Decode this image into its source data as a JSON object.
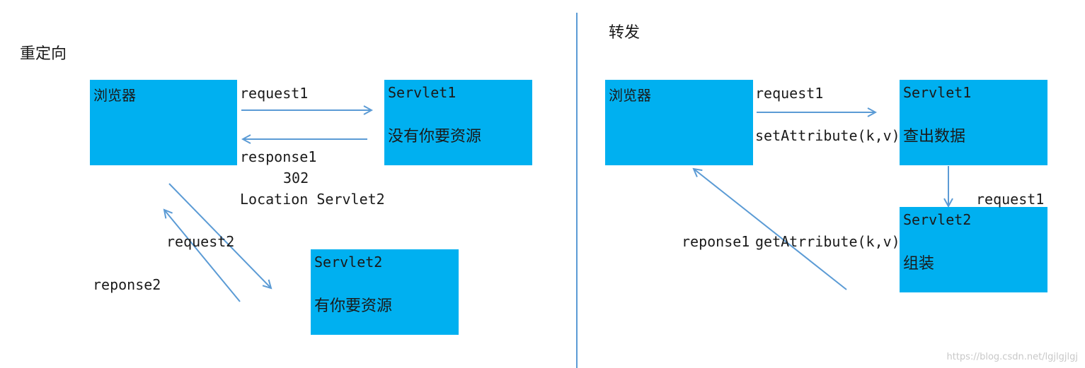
{
  "redirect": {
    "title": "重定向",
    "browser_label": "浏览器",
    "servlet1": {
      "name": "Servlet1",
      "text": "没有你要资源"
    },
    "servlet2": {
      "name": "Servlet2",
      "text": "有你要资源"
    },
    "request1": "request1",
    "response1": "response1",
    "status_code": "302",
    "location": "Location Servlet2",
    "request2": "request2",
    "reponse2": "reponse2"
  },
  "forward": {
    "title": "转发",
    "browser_label": "浏览器",
    "servlet1": {
      "name": "Servlet1",
      "text": "查出数据"
    },
    "servlet2": {
      "name": "Servlet2",
      "text": "组装"
    },
    "request1_top": "request1",
    "set_attribute": "setAttribute(k,v)",
    "request1_down": "request1",
    "reponse1": "reponse1",
    "get_attribute": "getAtrribute(k,v)"
  },
  "watermark": "https://blog.csdn.net/lgjlgjlgj",
  "colors": {
    "box_fill": "#00b0f0",
    "arrow": "#5b9bd5",
    "divider": "#5b9bd5"
  }
}
